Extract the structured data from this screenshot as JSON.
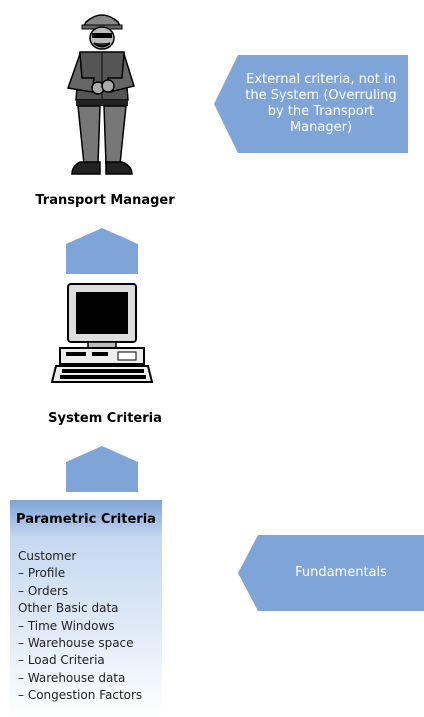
{
  "colors": {
    "shape_fill": "#7fa5d8",
    "panel_fill": "#bcd2ee",
    "text_dark": "#000000",
    "text_light": "#ffffff"
  },
  "transport_manager": {
    "label": "Transport Manager",
    "figure_icon": "worker-figure-icon"
  },
  "system": {
    "label": "System Criteria",
    "computer_icon": "desktop-computer-icon"
  },
  "external_callout": {
    "text": "External criteria, not in the System (Overruling by the Transport Manager)"
  },
  "fundamentals_callout": {
    "text": "Fundamentals"
  },
  "parametric": {
    "title": "Parametric Criteria",
    "items": [
      "Customer",
      "– Profile",
      "– Orders",
      "Other Basic data",
      "– Time Windows",
      "– Warehouse space",
      "– Load Criteria",
      "– Warehouse data",
      "– Congestion Factors"
    ]
  }
}
